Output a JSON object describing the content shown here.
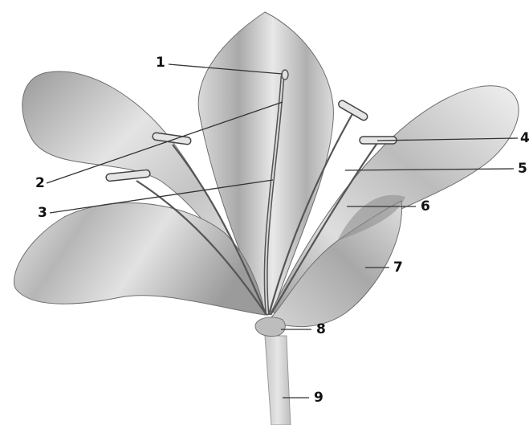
{
  "labels": {
    "l1": "1",
    "l2": "2",
    "l3": "3",
    "l4": "4",
    "l5": "5",
    "l6": "6",
    "l7": "7",
    "l8": "8",
    "l9": "9"
  },
  "colors": {
    "background": "#ffffff",
    "petal_light": "#e6e6e6",
    "petal_mid": "#bdbdbd",
    "petal_dark": "#8f8f8f",
    "outline": "#555555",
    "leader": "#333333"
  }
}
